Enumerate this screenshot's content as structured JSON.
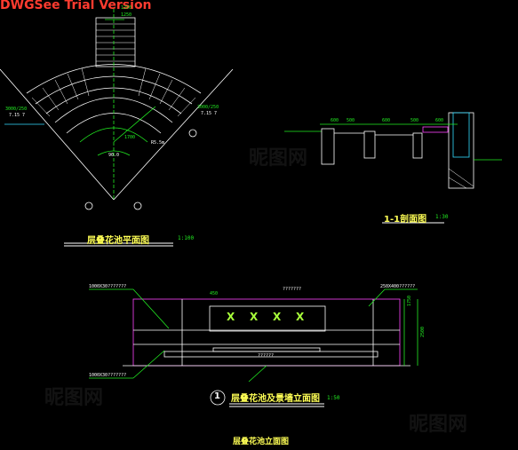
{
  "watermark": "DWGSee Trial Version",
  "colors": {
    "background": "#000000",
    "green": "#22ee22",
    "white": "#ffffff",
    "yellow": "#ffff55",
    "magenta": "#ff44ff",
    "cyan": "#33ddff",
    "red": "#ff3b2f"
  },
  "plan": {
    "title": "层叠花池平面图",
    "scale": "1:100",
    "dims": {
      "top_a": "1250",
      "top_b": "1250",
      "left": "3000/250",
      "left_sub": "7.15 7",
      "right": "3000/250",
      "right_sub": "7.15 7",
      "mid": "1700",
      "radius": "R5.5m",
      "angle": "90.0"
    }
  },
  "section": {
    "title": "1-1剖面图",
    "scale": "1:30",
    "dims": [
      "600",
      "500",
      "600",
      "500",
      "600"
    ]
  },
  "elevation": {
    "number": "1",
    "title": "层叠花池及景墙立面图",
    "scale": "1:50",
    "marks": [
      "X",
      "X",
      "X",
      "X"
    ],
    "labels": {
      "top_left": "1000X30???????",
      "top_mid": "???????",
      "top_right": "250X400??????",
      "bottom_left": "1000X30???????",
      "bottom_mid": "??????",
      "box": "450",
      "right_dim": "1750",
      "right_dim2": "2500"
    }
  },
  "footer": {
    "title": "层叠花池立面图"
  },
  "ghost_marks": [
    "昵图网",
    "昵图网",
    "昵图网"
  ]
}
